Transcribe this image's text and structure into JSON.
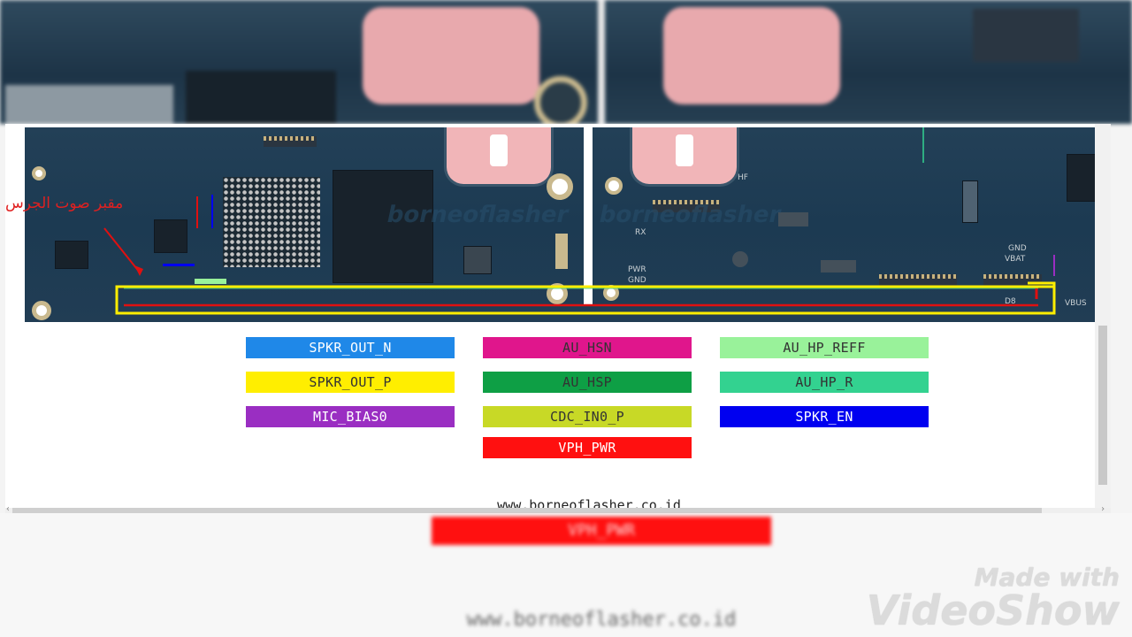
{
  "board": {
    "arabic_label": "مقبر صوت الجرس",
    "watermark": "borneoflasher",
    "pcb_labels": [
      "RX",
      "PWR",
      "GND",
      "GND",
      "VBAT",
      "VBUS",
      "HF",
      "D8"
    ]
  },
  "legend": [
    {
      "label": "SPKR_OUT_N",
      "color": "#1f88e8",
      "text_color": "#ffffff"
    },
    {
      "label": "AU_HSN",
      "color": "#e0168c",
      "text_color": "#333333"
    },
    {
      "label": "AU_HP_REFF",
      "color": "#99f29a",
      "text_color": "#333333"
    },
    {
      "label": "SPKR_OUT_P",
      "color": "#ffee00",
      "text_color": "#333333"
    },
    {
      "label": "AU_HSP",
      "color": "#0e9f45",
      "text_color": "#333333"
    },
    {
      "label": "AU_HP_R",
      "color": "#33d290",
      "text_color": "#333333"
    },
    {
      "label": "MIC_BIAS0",
      "color": "#9a2ec2",
      "text_color": "#ffffff"
    },
    {
      "label": "CDC_IN0_P",
      "color": "#c8d926",
      "text_color": "#333333"
    },
    {
      "label": "SPKR_EN",
      "color": "#0000f0",
      "text_color": "#ffffff"
    },
    {
      "label": "VPH_PWR",
      "color": "#ff1010",
      "text_color": "#ffffff"
    }
  ],
  "footer": {
    "url": "www.borneoflasher.co.id",
    "blurred_bar_label": "VPH_PWR",
    "blurred_url": "www.borneoflasher.co.id"
  },
  "watermark": {
    "line1": "Made with",
    "line2": "VideoShow"
  }
}
